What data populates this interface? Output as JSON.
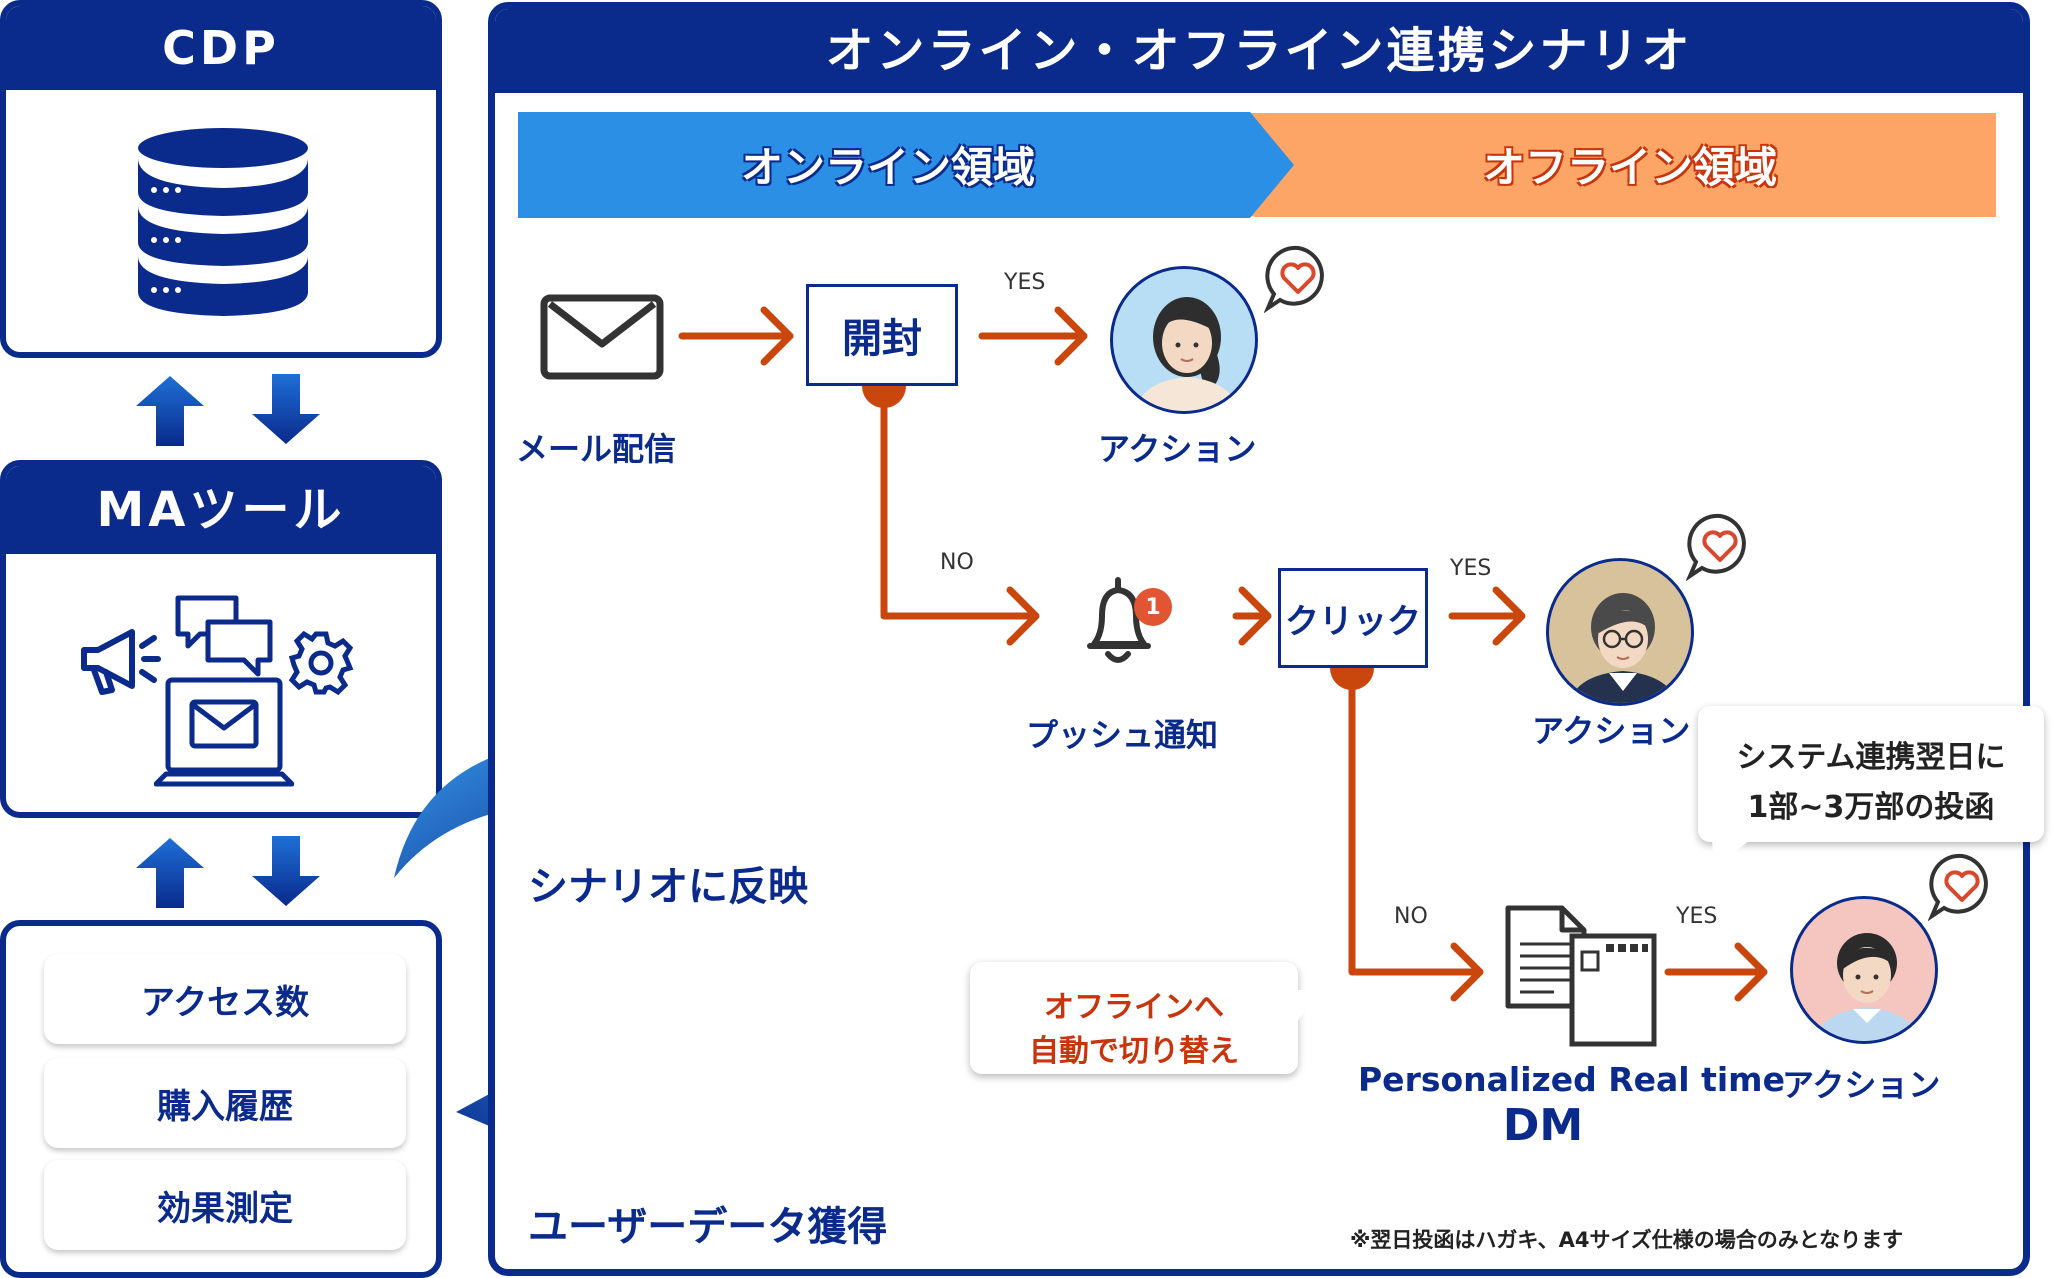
{
  "left": {
    "cdp_title": "CDP",
    "ma_title": "MAツール",
    "data_items": [
      "アクセス数",
      "購入履歴",
      "効果測定"
    ]
  },
  "cycle": {
    "reflect_label": "シナリオに反映",
    "acquire_label": "ユーザーデータ獲得"
  },
  "scenario": {
    "title": "オンライン・オフライン連携シナリオ",
    "online_label": "オンライン領域",
    "offline_label": "オフライン領域",
    "email_label": "メール配信",
    "open_label": "開封",
    "push_label": "プッシュ通知",
    "push_badge": "1",
    "click_label": "クリック",
    "action_label": "アクション",
    "yes": "YES",
    "no": "NO",
    "dm_line1": "Personalized Real time",
    "dm_line2": "DM",
    "offline_callout_1": "オフラインへ",
    "offline_callout_2": "自動で切り替え",
    "system_callout_1": "システム連携翌日に",
    "system_callout_2": "1部~3万部の投函",
    "footnote": "※翌日投函はハガキ、A4サイズ仕様の場合のみとなります"
  },
  "colors": {
    "navy": "#0a2a8c",
    "online_blue": "#2b8fe6",
    "offline_orange": "#fda566",
    "arrow_orange": "#c9460d",
    "callout_red": "#c8350d"
  },
  "icons": [
    "database-icon",
    "megaphone-icon",
    "chat-icon",
    "gear-icon",
    "laptop-mail-icon",
    "envelope-icon",
    "bell-icon",
    "document-icon",
    "postcard-icon",
    "heart-icon"
  ]
}
